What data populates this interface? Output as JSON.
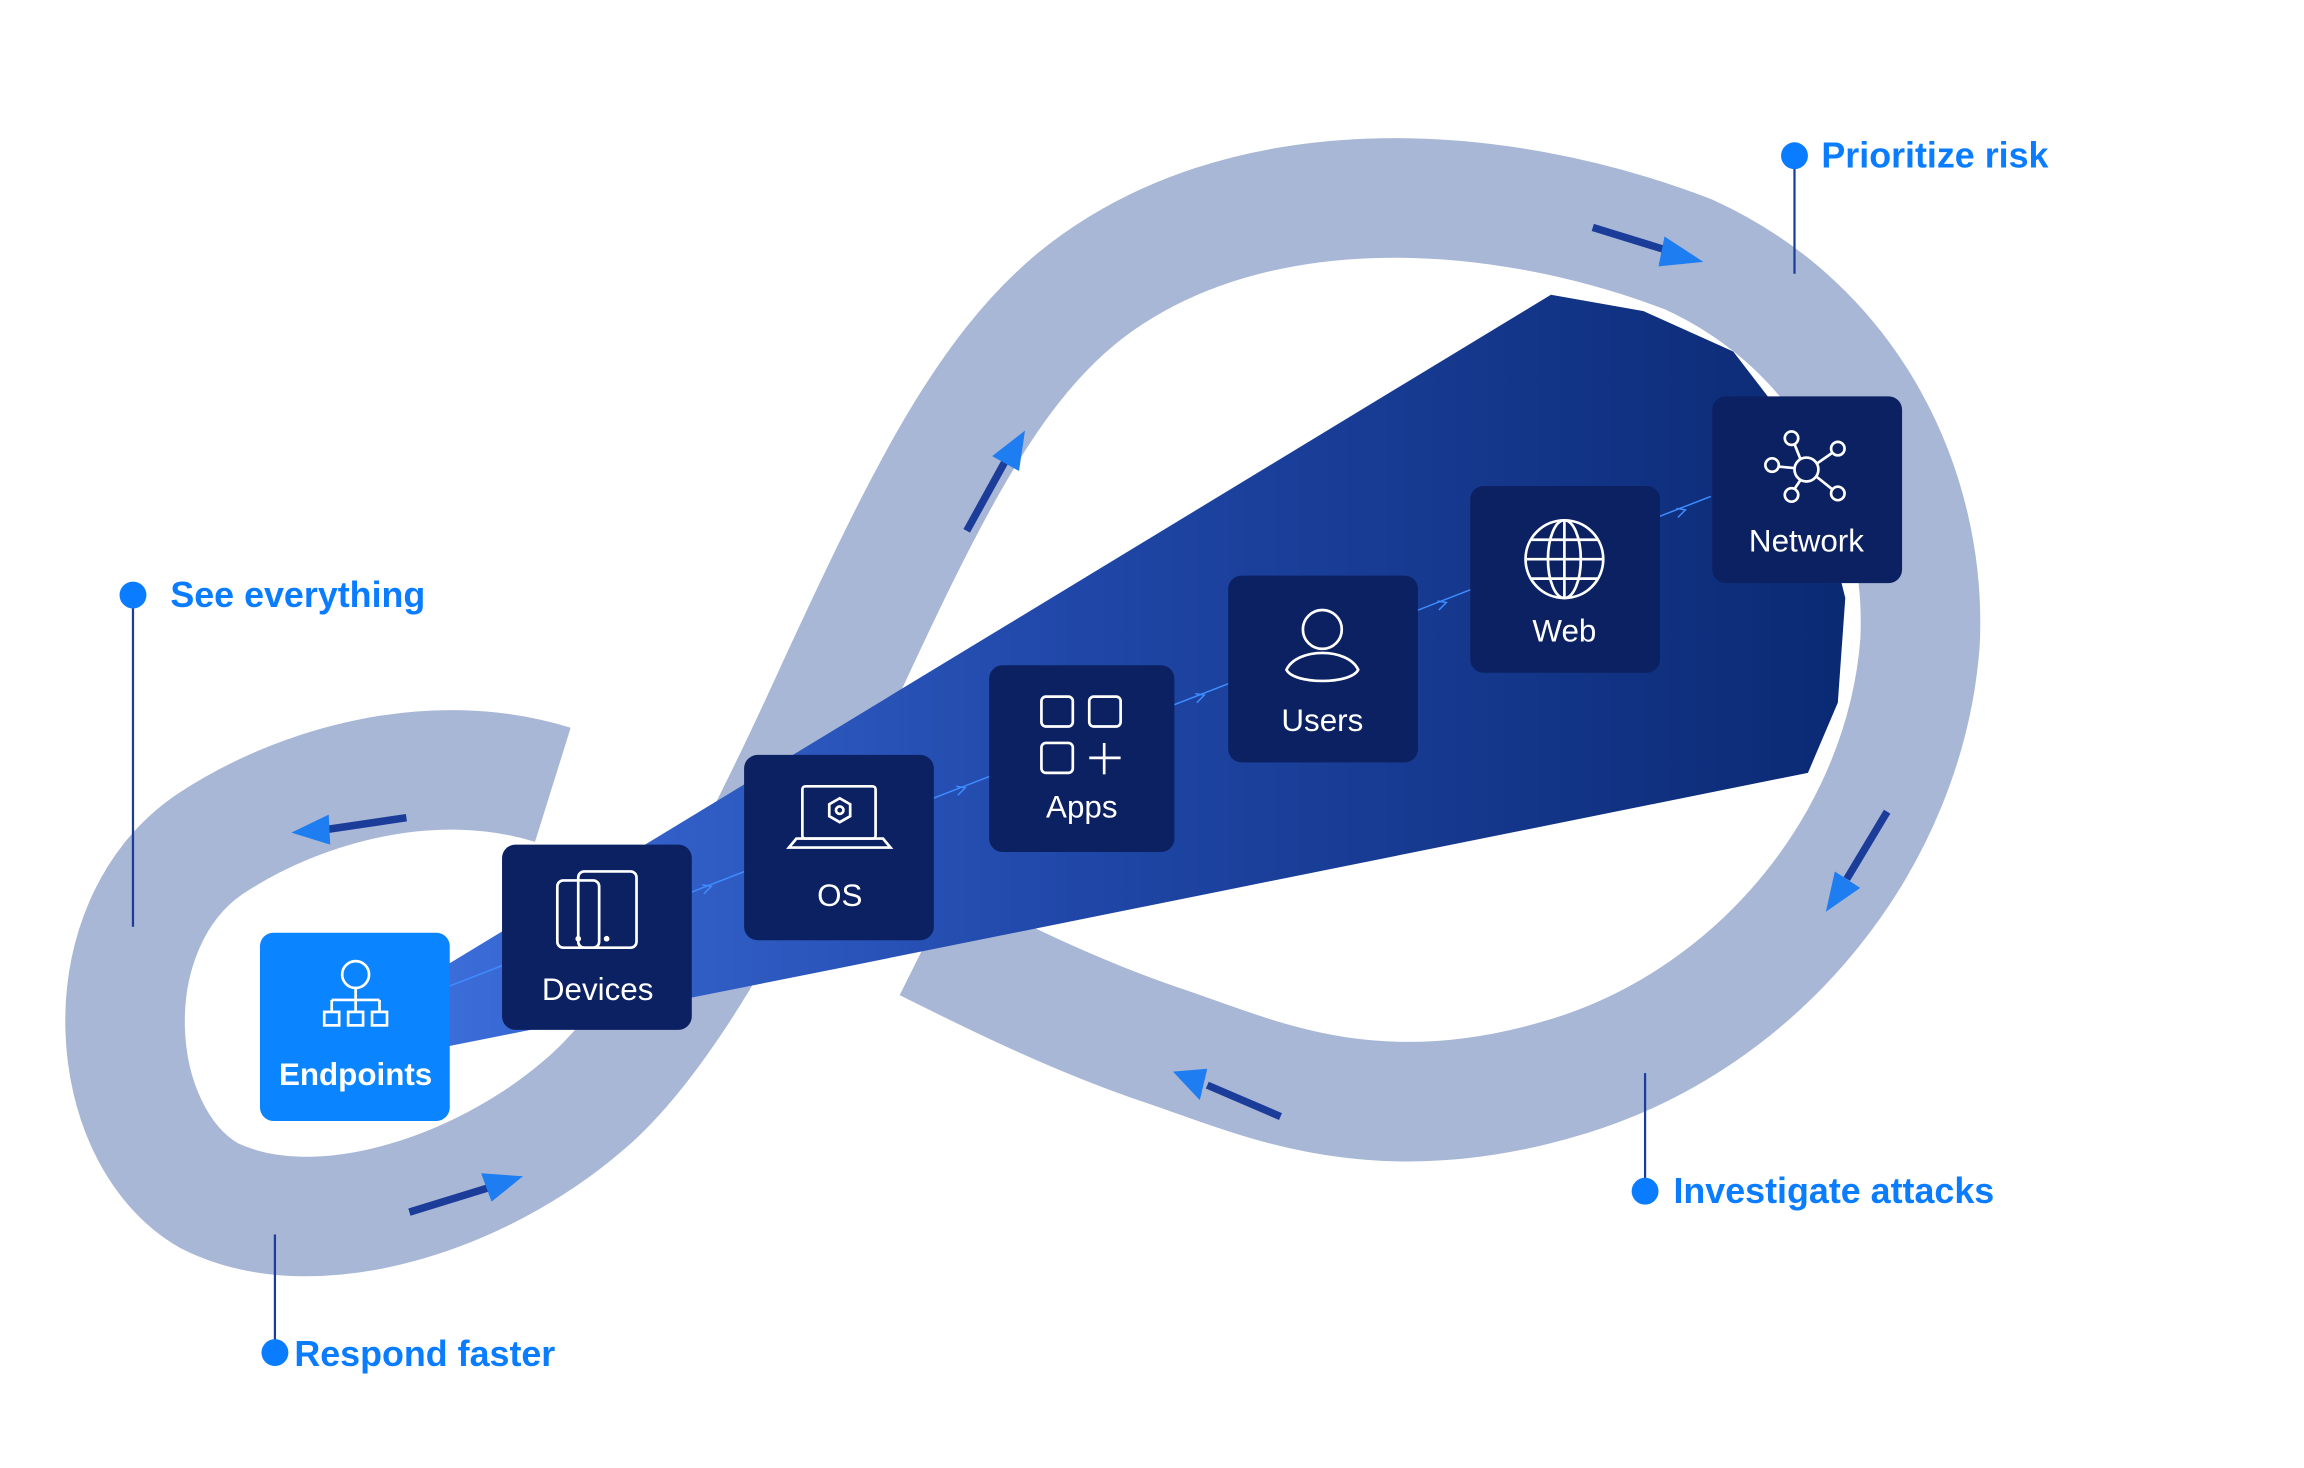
{
  "labels": {
    "see_everything": "See everything",
    "respond_faster": "Respond faster",
    "prioritize_risk": "Prioritize risk",
    "investigate_attacks": "Investigate attacks"
  },
  "nodes": [
    {
      "label": "Endpoints",
      "icon": "hierarchy-icon",
      "active": true
    },
    {
      "label": "Devices",
      "icon": "devices-icon",
      "active": false
    },
    {
      "label": "OS",
      "icon": "laptop-icon",
      "active": false
    },
    {
      "label": "Apps",
      "icon": "apps-grid-icon",
      "active": false
    },
    {
      "label": "Users",
      "icon": "user-icon",
      "active": false
    },
    {
      "label": "Web",
      "icon": "globe-icon",
      "active": false
    },
    {
      "label": "Network",
      "icon": "network-icon",
      "active": false
    }
  ],
  "colors": {
    "loop": "#a8b7d6",
    "node_dark": "#0c2161",
    "node_active": "#0a84ff",
    "label_blue": "#0a7cff",
    "beam_light": "#2f5fd0",
    "beam_dark": "#0b2a74",
    "arrow_dark": "#1b3d99",
    "arrow_light": "#1e7df0"
  }
}
